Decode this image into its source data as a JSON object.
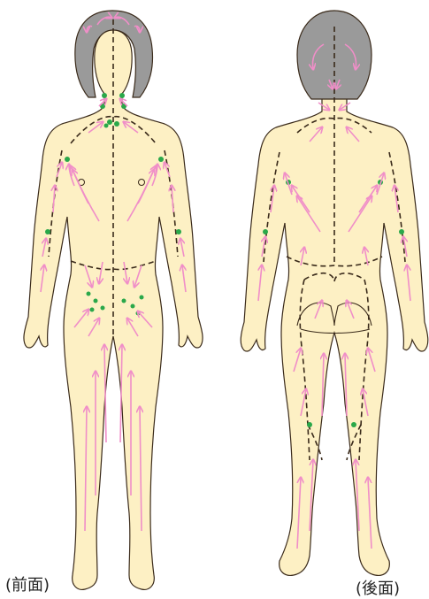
{
  "labels": {
    "front": "(前面)",
    "back": "(後面)"
  },
  "colors": {
    "skin": "#fdf0c4",
    "outline": "#3a2a1a",
    "hair": "#9a9a9a",
    "arrow": "#f08ec8",
    "dashed_line": "#3a2a1a",
    "lymph_node": "#2aa84a"
  },
  "icons": {
    "flow_arrow": "arrow-icon",
    "node": "lymph-node-dot"
  }
}
